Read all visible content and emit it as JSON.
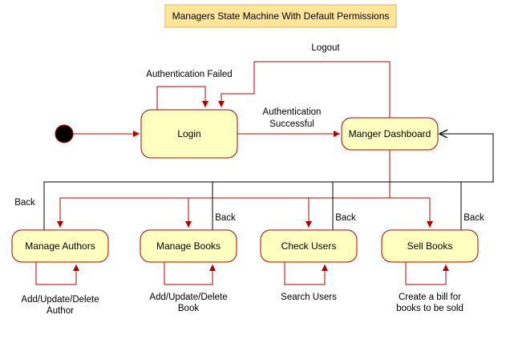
{
  "title": "Managers State Machine With Default Permissions",
  "colors": {
    "state_fill": "#ffffc0",
    "state_stroke": "#b20000",
    "title_fill": "#ffe599",
    "title_stroke": "#d6b656",
    "edge_red": "#b20000",
    "edge_black": "#000000"
  },
  "states": {
    "login": "Login",
    "dashboard": "Manger Dashboard",
    "authors": "Manage Authors",
    "books": "Manage Books",
    "users": "Check Users",
    "sell": "Sell Books"
  },
  "transitions": {
    "logout": "Logout",
    "auth_failed": "Authentication Failed",
    "auth_success_1": "Authentication",
    "auth_success_2": "Successful",
    "back_authors": "Back",
    "back_books": "Back",
    "back_users": "Back",
    "back_sell": "Back",
    "authors_self_1": "Add/Update/Delete",
    "authors_self_2": "Author",
    "books_self_1": "Add/Update/Delete",
    "books_self_2": "Book",
    "users_self": "Search Users",
    "sell_self_1": "Create a bill for",
    "sell_self_2": "books to be sold"
  }
}
